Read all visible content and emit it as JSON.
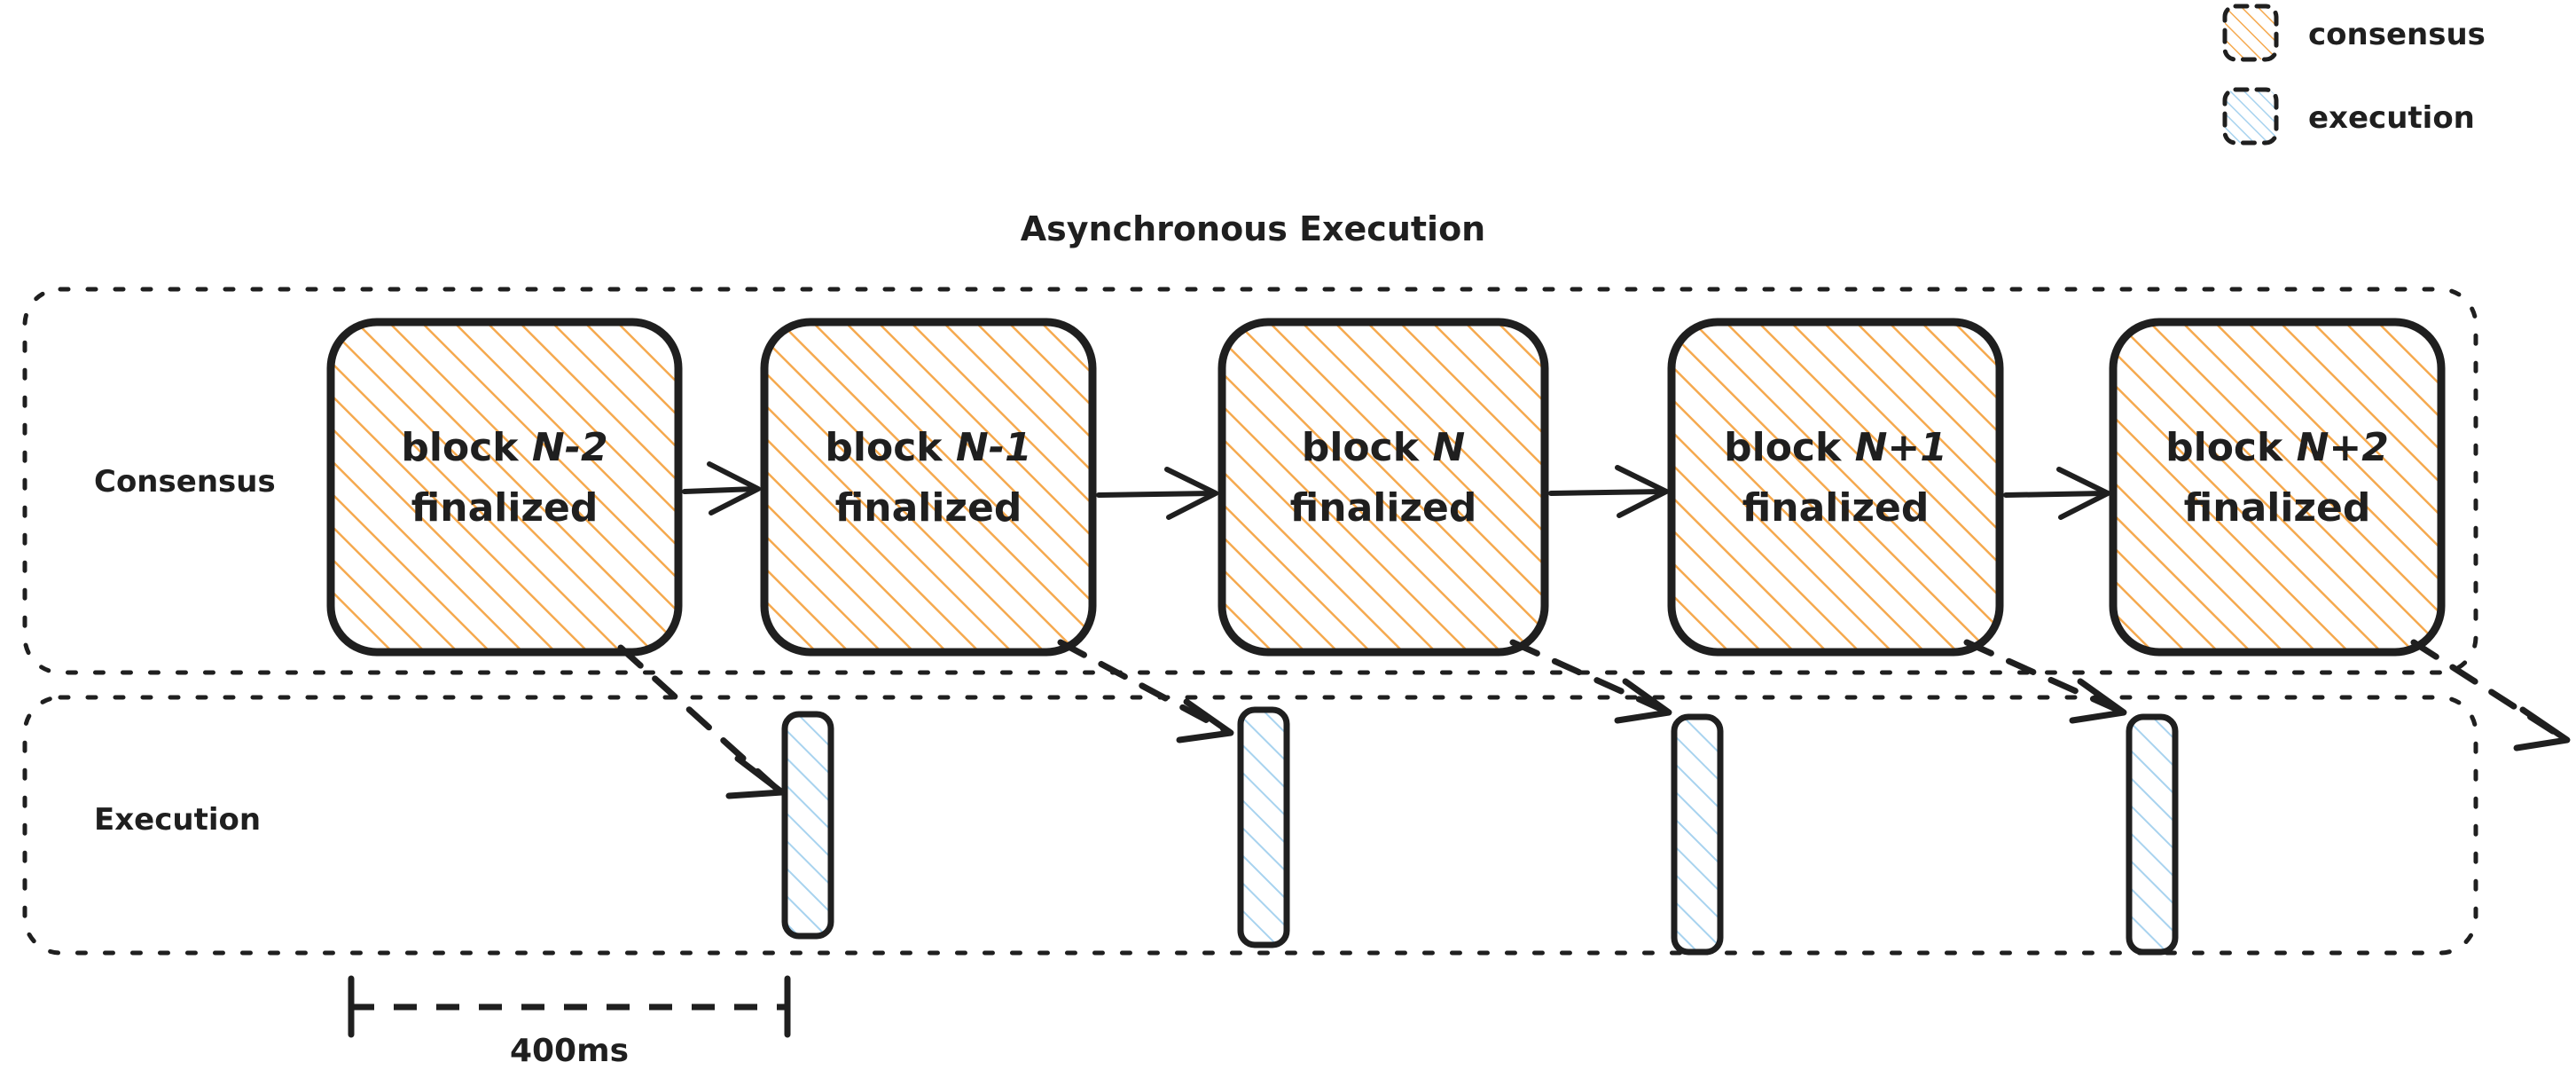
{
  "diagram": {
    "title": "Asynchronous Execution",
    "type": "swimlane-sequence"
  },
  "legend": {
    "items": [
      {
        "label": "consensus",
        "color": "#f5a94e",
        "swatch_icon": "hatched-square-orange"
      },
      {
        "label": "execution",
        "color": "#a8d3ef",
        "swatch_icon": "hatched-square-blue"
      }
    ]
  },
  "lanes": [
    {
      "id": "consensus",
      "label": "Consensus"
    },
    {
      "id": "execution",
      "label": "Execution"
    }
  ],
  "consensus_blocks": [
    {
      "line1_prefix": "block ",
      "line1_var": "N-2",
      "line2": "finalized"
    },
    {
      "line1_prefix": "block ",
      "line1_var": "N-1",
      "line2": "finalized"
    },
    {
      "line1_prefix": "block ",
      "line1_var": "N",
      "line2": "finalized"
    },
    {
      "line1_prefix": "block ",
      "line1_var": "N+1",
      "line2": "finalized"
    },
    {
      "line1_prefix": "block ",
      "line1_var": "N+2",
      "line2": "finalized"
    }
  ],
  "execution_bars": [
    {
      "source_block": "block N-2"
    },
    {
      "source_block": "block N-1"
    },
    {
      "source_block": "block N"
    },
    {
      "source_block": "block N+1"
    }
  ],
  "measurement": {
    "label": "400ms",
    "from_block": "block N-2",
    "to_block": "block N-1"
  },
  "colors": {
    "consensus_hatch": "#f5a94e",
    "execution_hatch": "#a8d3ef",
    "ink": "#1f1f1f",
    "background": "#ffffff"
  }
}
